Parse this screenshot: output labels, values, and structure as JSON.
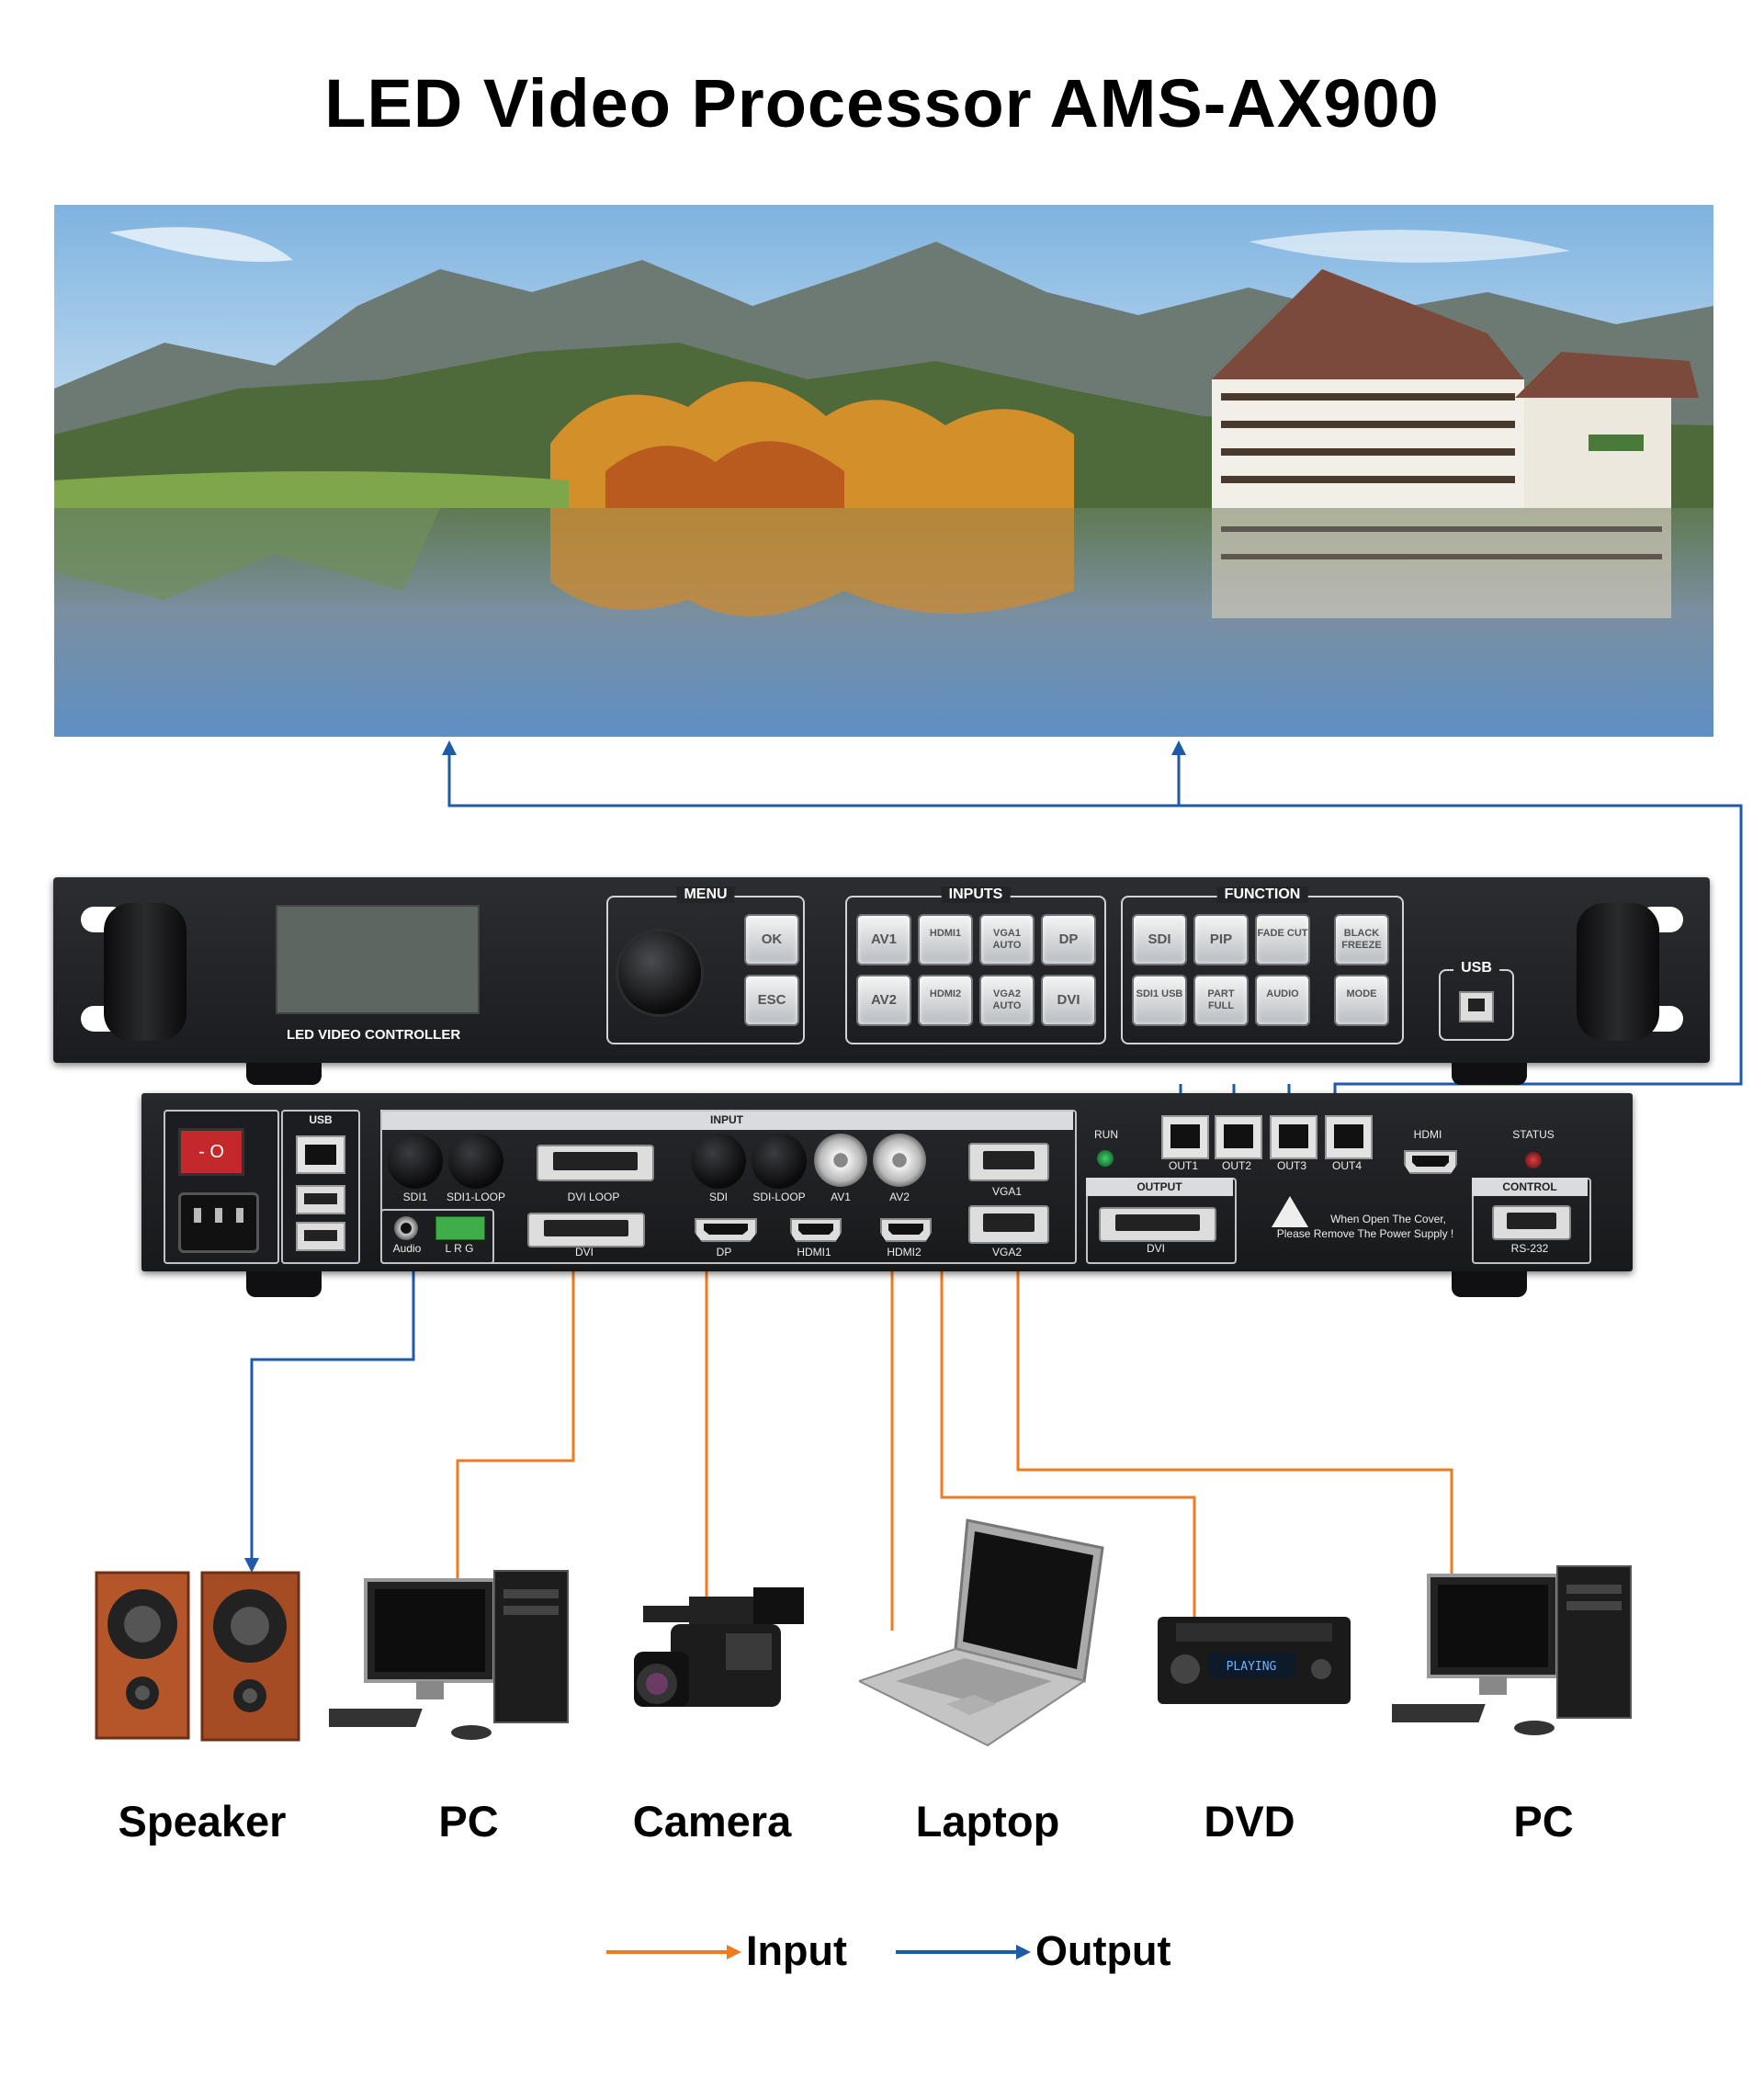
{
  "title": "LED Video Processor AMS-AX900",
  "front_panel": {
    "lcd_caption": "LED VIDEO CONTROLLER",
    "menu_label": "MENU",
    "menu_keys": [
      "OK",
      "ESC"
    ],
    "inputs_label": "INPUTS",
    "input_keys_top": [
      "AV1",
      "HDMI1",
      "VGA1 AUTO",
      "DP"
    ],
    "input_keys_bottom": [
      "AV2",
      "HDMI2",
      "VGA2 AUTO",
      "DVI"
    ],
    "function_label": "FUNCTION",
    "function_keys_top": [
      "SDI",
      "PIP",
      "FADE CUT",
      "BLACK FREEZE"
    ],
    "function_keys_bottom": [
      "SDI1 USB",
      "PART FULL",
      "AUDIO",
      "MODE"
    ],
    "usb_label": "USB"
  },
  "rear_panel": {
    "usb_label": "USB",
    "input_label": "INPUT",
    "ports_top": {
      "sdi1": "SDI1",
      "sdi1_loop": "SDI1-LOOP",
      "dvi_loop": "DVI LOOP",
      "sdi": "SDI",
      "sdi_loop": "SDI-LOOP",
      "av1": "AV1",
      "av2": "AV2",
      "vga1": "VGA1"
    },
    "ports_bottom": {
      "audio": "Audio",
      "lrg": "L R G",
      "dvi": "DVI",
      "dp": "DP",
      "hdmi1": "HDMI1",
      "hdmi2": "HDMI2",
      "vga2": "VGA2"
    },
    "run_label": "RUN",
    "outputs": [
      "OUT1",
      "OUT2",
      "OUT3",
      "OUT4"
    ],
    "hdmi_label": "HDMI",
    "status_label": "STATUS",
    "output_label": "OUTPUT",
    "output_dvi": "DVI",
    "warning_line1": "When Open The Cover,",
    "warning_line2": "Please Remove The Power Supply !",
    "control_label": "CONTROL",
    "rs232_label": "RS-232",
    "power_switch_text": "- O"
  },
  "devices": [
    "Speaker",
    "PC",
    "Camera",
    "Laptop",
    "DVD",
    "PC"
  ],
  "dvd_display_text": "PLAYING",
  "legend": {
    "input": "Input",
    "output": "Output"
  },
  "colors": {
    "input": "#f07a1f",
    "output": "#1f5aa6"
  }
}
